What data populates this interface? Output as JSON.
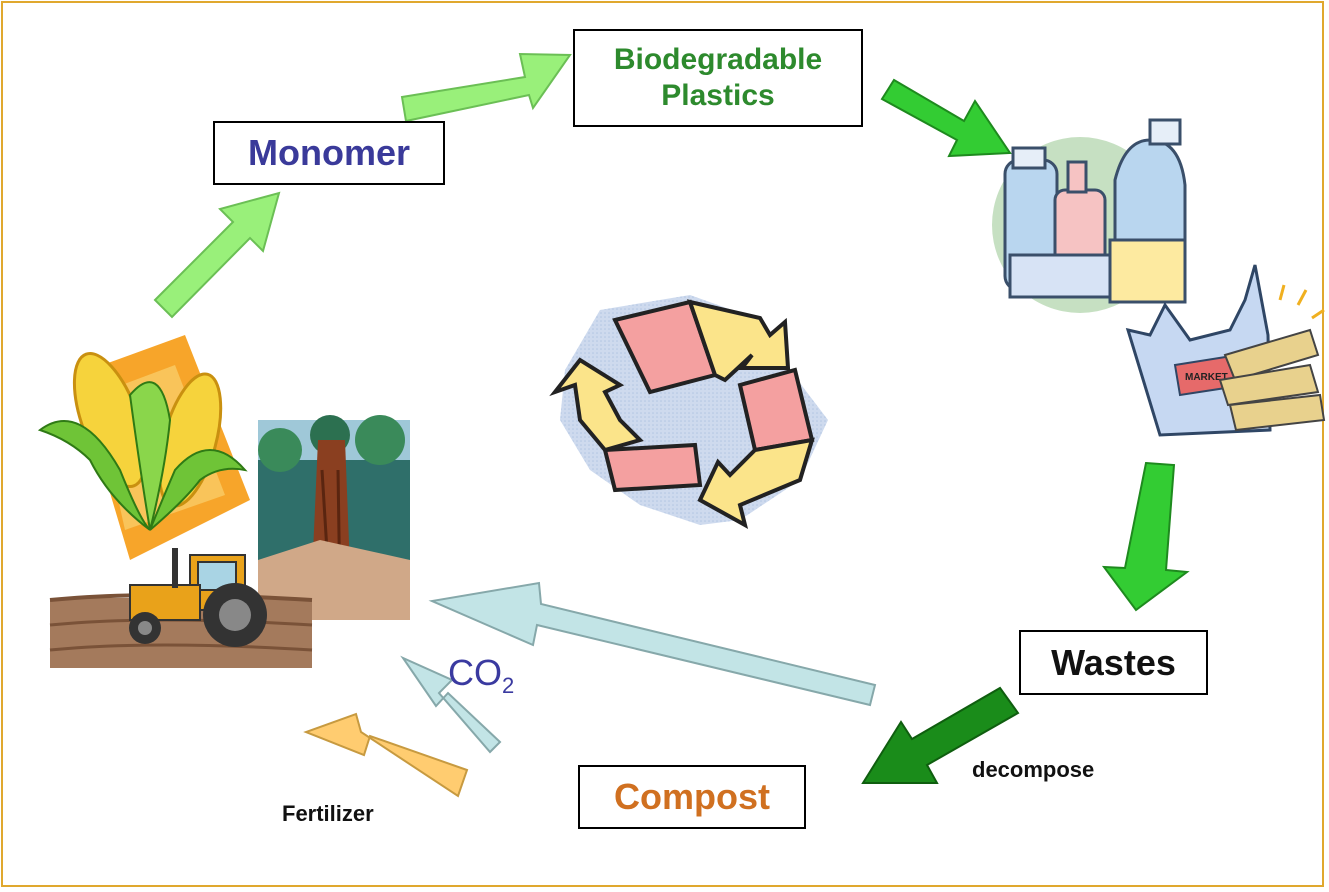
{
  "nodes": {
    "monomer": "Monomer",
    "bioplastics_line1": "Biodegradable",
    "bioplastics_line2": "Plastics",
    "wastes": "Wastes",
    "compost": "Compost"
  },
  "labels": {
    "decompose": "decompose",
    "fertilizer": "Fertilizer",
    "co2_main": "CO",
    "co2_sub": "2",
    "market_bag": "MARKET"
  },
  "colors": {
    "monomer_text": "#3a3a9a",
    "bioplastics_text": "#2d8a2d",
    "wastes_text": "#111111",
    "compost_text": "#d07020",
    "co2_text": "#3a3aa0",
    "arrow_light_green": "#99f07a",
    "arrow_green": "#33cc33",
    "arrow_dark_green": "#1a8c1a",
    "arrow_light_blue": "#c2e4e6",
    "arrow_orange": "#ffcc70",
    "frame": "#e0a82e"
  },
  "icons": [
    "recycle-icon",
    "corn-icon",
    "tractor-icon",
    "tree-icon",
    "plastic-bottles-icon",
    "shopping-bag-icon"
  ]
}
